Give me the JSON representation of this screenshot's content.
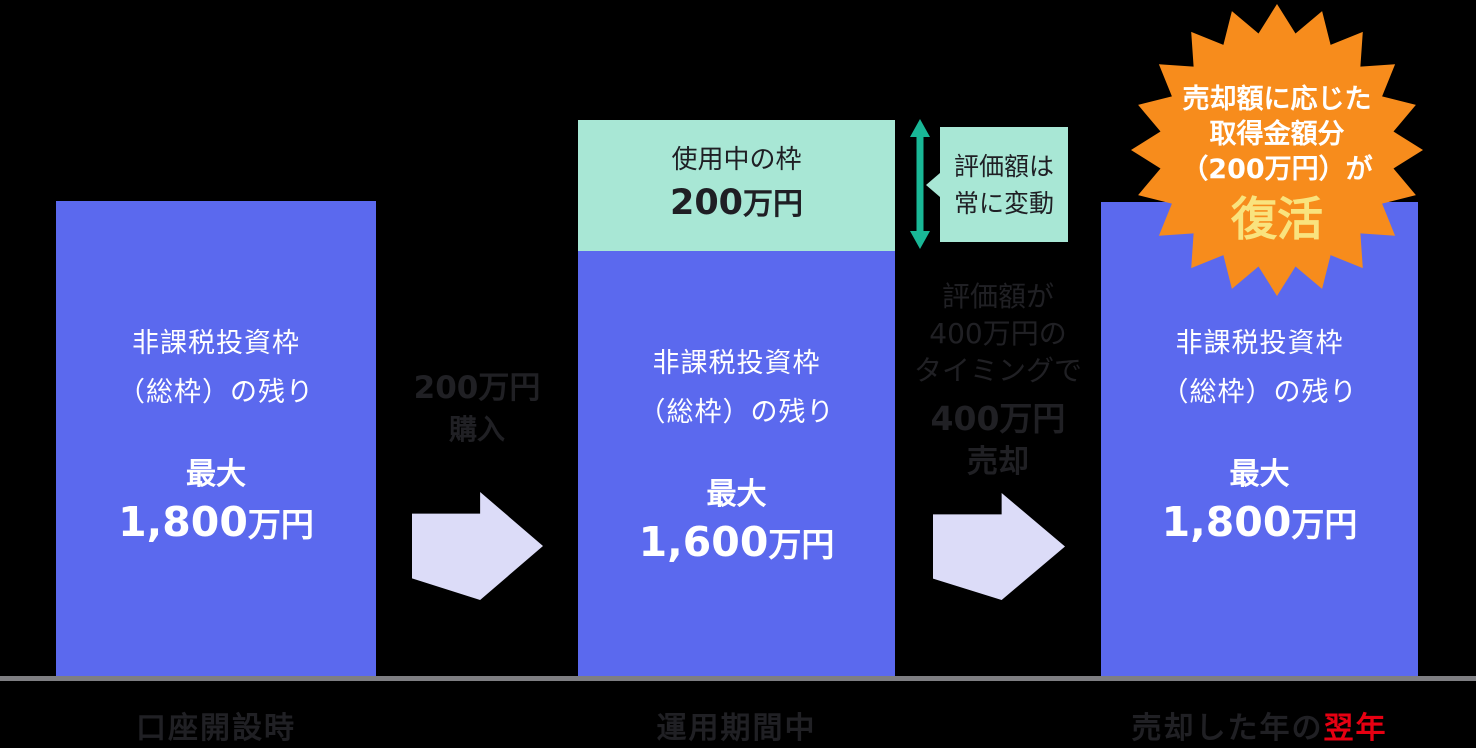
{
  "colors": {
    "background": "#000000",
    "bar_blue": "#5B69EE",
    "teal_light": "#A8E7D5",
    "teal_arrow": "#19B796",
    "arrow_lavender": "#DCDCF8",
    "badge_orange": "#F78C1C",
    "badge_highlight_yellow": "#F9E37E",
    "label_red": "#E60012",
    "axis_gray": "#7E7E82",
    "dark_text": "#202024",
    "white_text": "#FFFFFF"
  },
  "stage1": {
    "bar": {
      "line1": "非課税投資枠",
      "line2": "（総枠）の残り",
      "max": "最大",
      "amount": "1,800",
      "unit": "万円"
    },
    "label": "口座開設時"
  },
  "arrow1": {
    "line1": "200万円",
    "line2": "購入"
  },
  "stage2": {
    "used_box": {
      "title": "使用中の枠",
      "amount": "200",
      "unit": "万円"
    },
    "bar": {
      "line1": "非課税投資枠",
      "line2": "（総枠）の残り",
      "max": "最大",
      "amount": "1,600",
      "unit": "万円"
    },
    "label": "運用期間中"
  },
  "callout": {
    "line1": "評価額は",
    "line2": "常に変動"
  },
  "arrow2": {
    "line1": "評価額が",
    "line2": "400万円の",
    "line3": "タイミングで",
    "bold1": "400万円",
    "bold2": "売却"
  },
  "stage3": {
    "badge": {
      "line1": "売却額に応じた",
      "line2": "取得金額分",
      "line3": "（200万円）が",
      "highlight": "復活"
    },
    "bar": {
      "line1": "非課税投資枠",
      "line2": "（総枠）の残り",
      "max": "最大",
      "amount": "1,800",
      "unit": "万円"
    },
    "label_prefix": "売却した年の",
    "label_highlight": "翌年"
  }
}
